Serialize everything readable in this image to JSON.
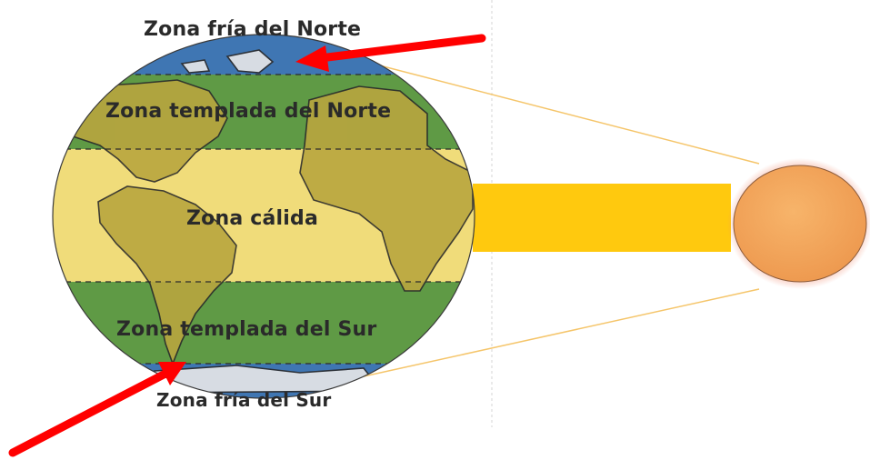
{
  "zones": {
    "north_cold": "Zona fría del Norte",
    "north_temperate": "Zona templada del Norte",
    "hot": "Zona cálida",
    "south_temperate": "Zona templada del Sur",
    "south_cold": "Zona fría del Sur"
  },
  "colors": {
    "cold_zone": "#3f76b3",
    "temperate_zone": "#5f9a45",
    "hot_zone": "#f0dc7a",
    "land": "#c6b44a",
    "sun_beam": "#ffc90e",
    "sun": "#f3a55a",
    "arrow": "#ff0000",
    "ray_line": "#f5c56a"
  }
}
